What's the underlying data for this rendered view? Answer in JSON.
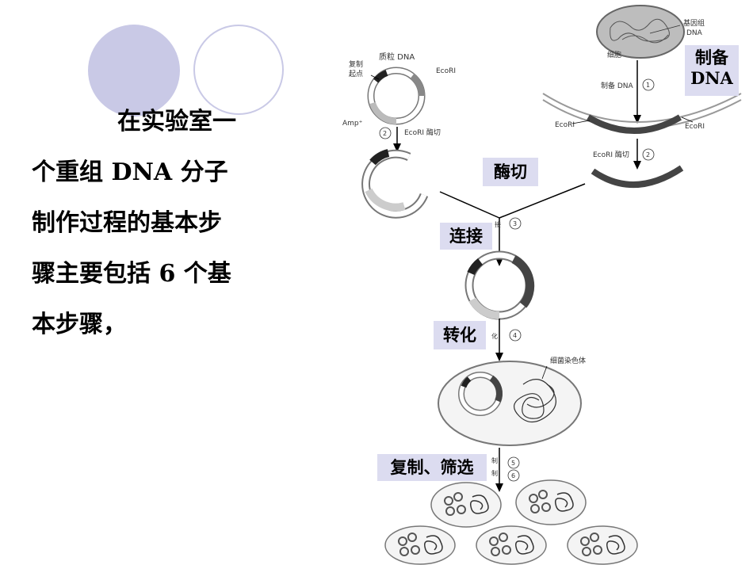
{
  "intro": {
    "lines": [
      "在实验室一",
      "个重组 DNA 分子",
      "制作过程的基本步",
      "骤主要包括 6 个基",
      "本步骤，"
    ]
  },
  "step_labels": {
    "prepare_dna_line1": "制备",
    "prepare_dna_line2": "DNA",
    "digest": "酶切",
    "ligate": "连接",
    "transform": "转化",
    "replicate_screen": "复制、筛选"
  },
  "diagram": {
    "genome_label_1": "基因组",
    "genome_label_2": "DNA",
    "cell_label": "细胞",
    "plasmid_label": "质粒 DNA",
    "ori_label_1": "复制",
    "ori_label_2": "起点",
    "ecori_label": "EcoRI",
    "amp_label": "Amp⁺",
    "prep_dna_small": "制备 DNA",
    "ecori_digest_small": "EcoRI 酶切",
    "chromosome_label": "细菌染色体",
    "step_nums": [
      "①",
      "②",
      "②",
      "③",
      "④",
      "⑤",
      "⑥"
    ],
    "transform_small": "化",
    "ligate_small": "接",
    "replicate_small_1": "制",
    "replicate_small_2": "制"
  },
  "colors": {
    "accent_circle": "#c9c9e6",
    "tag_bg": "#dcdcf0",
    "dna_dark": "#444444"
  }
}
